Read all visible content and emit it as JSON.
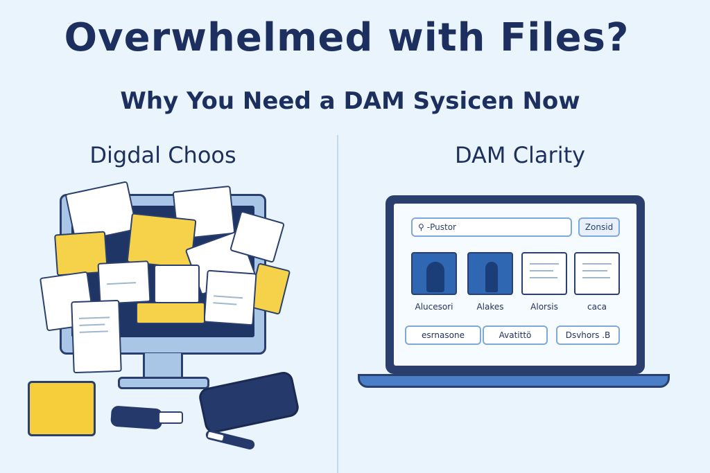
{
  "header": {
    "title": "Overwhelmed with Files?",
    "subtitle": "Why You Need a DAM Sysicen Now"
  },
  "left_panel": {
    "title": "Digdal Choos"
  },
  "right_panel": {
    "title": "DAM Clarity",
    "search": {
      "value": "-Pustor",
      "button_label": "Zonsid"
    },
    "tiles": [
      {
        "type": "image",
        "label": "Alucesori"
      },
      {
        "type": "image",
        "label": "Alakes"
      },
      {
        "type": "document",
        "label": "Alorsis"
      },
      {
        "type": "document",
        "label": "caca"
      }
    ],
    "filter_buttons": [
      "esrnasone",
      "Avatittö",
      "Dsvhors .B"
    ]
  },
  "colors": {
    "background": "#e9f4fc",
    "navy": "#1d2f5e",
    "accent_blue": "#2f67b2",
    "folder_yellow": "#f6cd3a"
  }
}
